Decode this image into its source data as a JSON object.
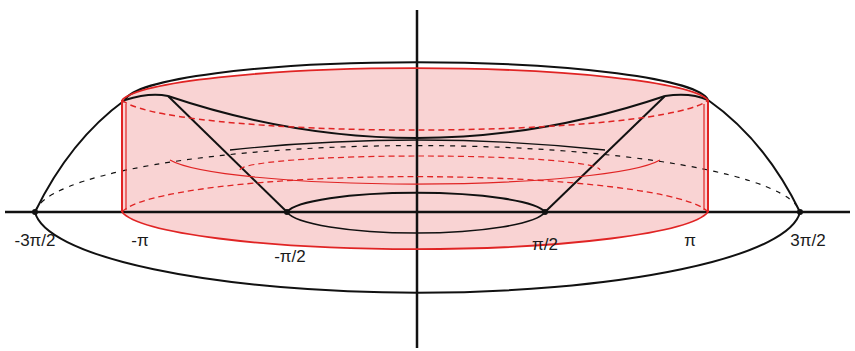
{
  "diagram": {
    "labels": [
      "-3π/2",
      "-π",
      "-π/2",
      "π/2",
      "π",
      "3π/2"
    ]
  }
}
